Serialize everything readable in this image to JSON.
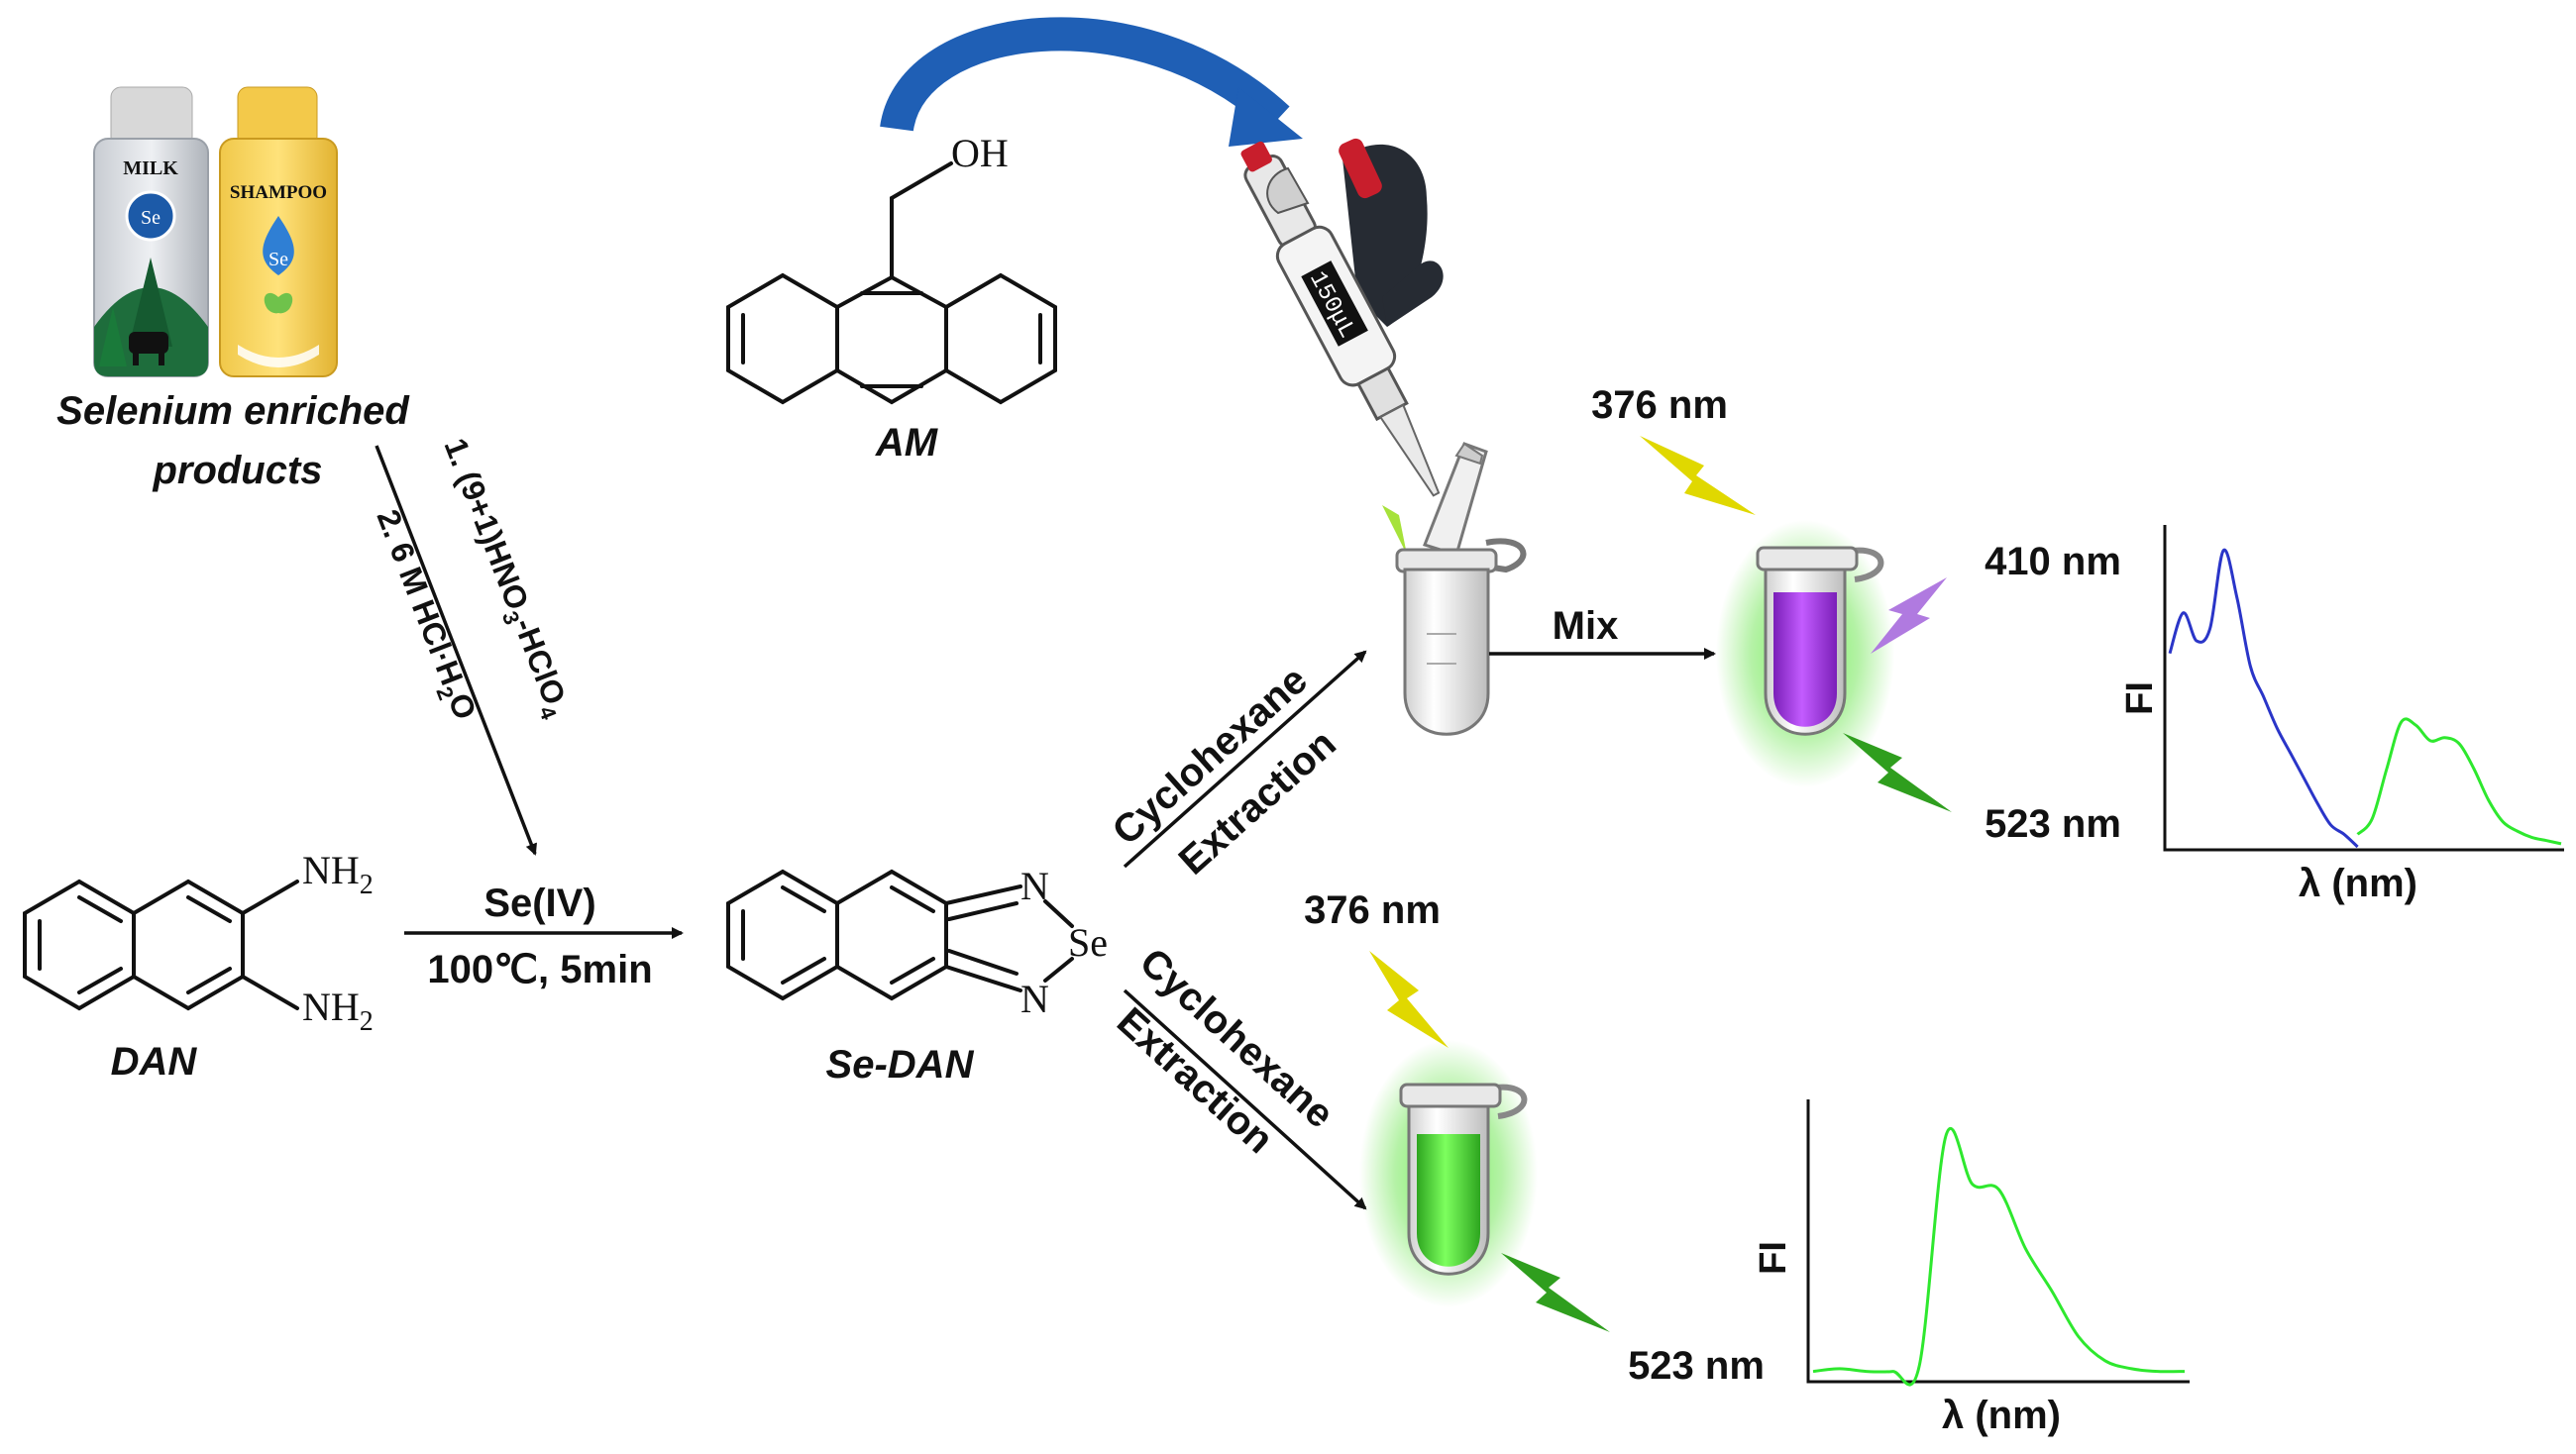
{
  "bottles": {
    "milk_label": "MILK",
    "shampoo_label": "SHAMPOO",
    "se_badge": "Se"
  },
  "products_label_line1": "Selenium enriched",
  "products_label_line2": "products",
  "digestion": {
    "step1": "1. (9+1)HNO",
    "step1_sub": "3",
    "step1_mid": "-HClO",
    "step1_sub2": "4",
    "step2": "2. 6 M HCl·H",
    "step2_sub": "2",
    "step2_end": "O"
  },
  "reaction": {
    "reagent": "Se(IV)",
    "conditions": "100℃,  5min"
  },
  "molecules": {
    "dan_label": "DAN",
    "nh2_top": "NH",
    "nh2_bottom": "NH",
    "nh2_sub": "2",
    "sedan_label": "Se-DAN",
    "n_top": "N",
    "n_bottom": "N",
    "se_atom": "Se",
    "am_label": "AM",
    "oh": "OH"
  },
  "pipette": {
    "volume": "150μL"
  },
  "extraction": {
    "upper_line1": "Cyclohexane",
    "upper_line2": "Extraction",
    "lower_line1": "Cyclohexane",
    "lower_line2": "Extraction",
    "mix": "Mix"
  },
  "wavelengths": {
    "excite_upper": "376 nm",
    "excite_lower": "376 nm",
    "emit_violet": "410 nm",
    "emit_green_upper": "523 nm",
    "emit_green_lower": "523 nm"
  },
  "chart_data": [
    {
      "type": "line",
      "xlabel": "λ  (nm)",
      "ylabel": "FI",
      "series": [
        {
          "values": [
            0.62,
            0.75,
            0.66,
            0.7,
            0.95,
            0.8,
            0.58,
            0.48,
            0.38,
            0.3,
            0.22,
            0.14,
            0.07,
            0.04,
            0.0
          ]
        },
        {
          "values": [
            0.04,
            0.09,
            0.25,
            0.4,
            0.39,
            0.34,
            0.35,
            0.33,
            0.25,
            0.15,
            0.08,
            0.05,
            0.03,
            0.02,
            0.01
          ]
        }
      ],
      "colors": [
        "#2a35c8",
        "#2ee82e"
      ]
    },
    {
      "type": "line",
      "xlabel": "λ  (nm)",
      "ylabel": "FI",
      "series": [
        {
          "values": [
            0.02,
            0.03,
            0.02,
            0.02,
            0.04,
            0.9,
            0.72,
            0.7,
            0.48,
            0.32,
            0.15,
            0.06,
            0.03,
            0.02,
            0.02
          ]
        }
      ],
      "colors": [
        "#2ee82e"
      ]
    }
  ],
  "colors": {
    "violet_emission": "#9b30d8",
    "green_emission": "#3fe83f",
    "arrow_blue": "#1f5fb5",
    "bolt_yellow": "#e0d800",
    "bolt_green": "#2f9e1e",
    "bolt_violet": "#b07ae0"
  }
}
